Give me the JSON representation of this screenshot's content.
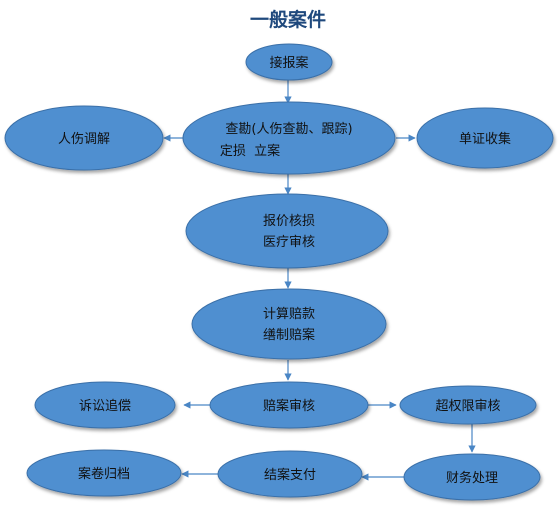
{
  "title": "一般案件",
  "colors": {
    "node_fill": "#4F8FD0",
    "node_stroke": "#3A6FA8",
    "arrow": "#4A86C5",
    "title": "#1F497D"
  },
  "nodes": {
    "report": {
      "lines": [
        "接报案"
      ]
    },
    "survey": {
      "lines": [
        "查勘(人伤查勘、跟踪)",
        "定损  立案"
      ]
    },
    "injury_mediation": {
      "lines": [
        "人伤调解"
      ]
    },
    "document_collection": {
      "lines": [
        "单证收集"
      ]
    },
    "quote_review": {
      "lines": [
        "报价核损",
        "医疗审核"
      ]
    },
    "compensation_calc": {
      "lines": [
        "计算赔款",
        "缮制赔案"
      ]
    },
    "claim_review": {
      "lines": [
        "赔案审核"
      ]
    },
    "litigation_recovery": {
      "lines": [
        "诉讼追偿"
      ]
    },
    "over_limit_review": {
      "lines": [
        "超权限审核"
      ]
    },
    "archive": {
      "lines": [
        "案卷归档"
      ]
    },
    "closure_payment": {
      "lines": [
        "结案支付"
      ]
    },
    "financial_processing": {
      "lines": [
        "财务处理"
      ]
    }
  }
}
